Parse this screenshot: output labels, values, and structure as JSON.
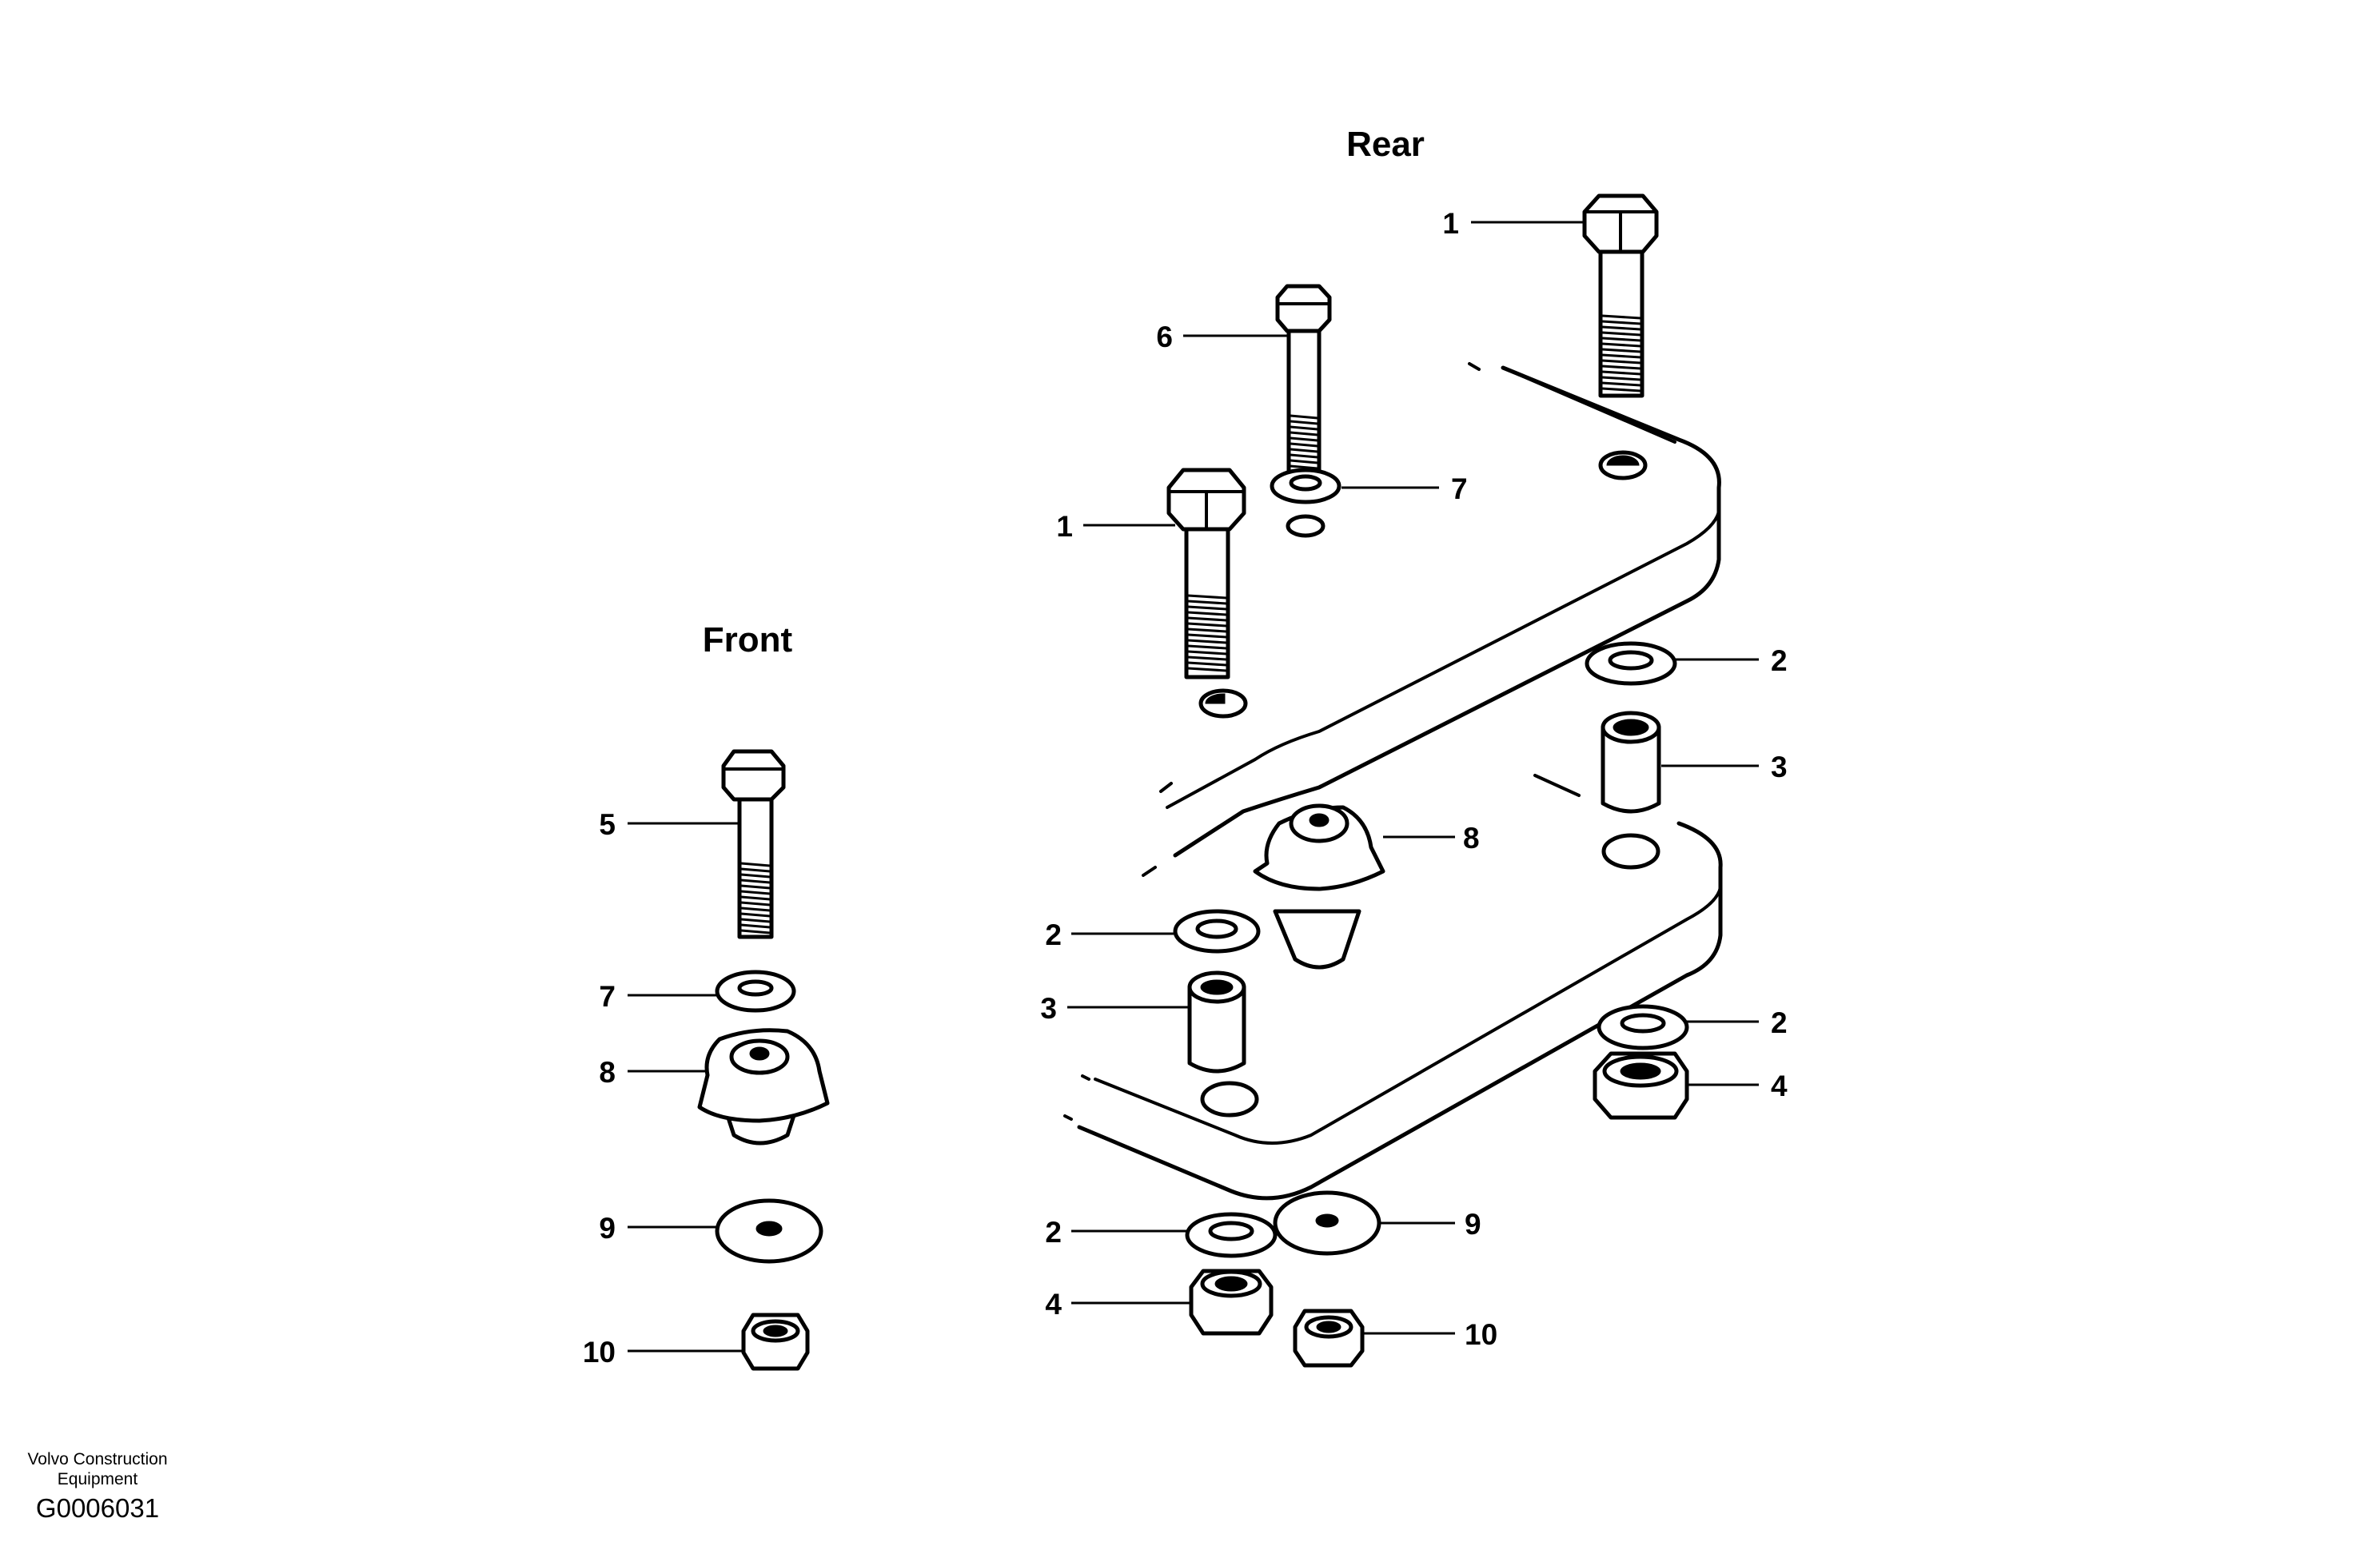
{
  "headings": {
    "rear": "Rear",
    "front": "Front"
  },
  "callouts": {
    "rear_bolt_top": "1",
    "rear_bolt_mid": "1",
    "rear_bolt_small": "6",
    "rear_washer_small": "7",
    "rear_right_washer_upper": "2",
    "rear_right_spacer": "3",
    "rear_mount": "8",
    "rear_left_washer_upper": "2",
    "rear_left_spacer": "3",
    "rear_right_washer_lower": "2",
    "rear_right_nut": "4",
    "rear_left_washer_lower": "2",
    "rear_left_nut": "4",
    "rear_plate_washer": "9",
    "rear_small_nut": "10",
    "front_bolt": "5",
    "front_washer": "7",
    "front_mount": "8",
    "front_plate_washer": "9",
    "front_nut": "10"
  },
  "footer": {
    "credit_line1": "Volvo Construction",
    "credit_line2": "Equipment",
    "figure_code": "G0006031"
  }
}
